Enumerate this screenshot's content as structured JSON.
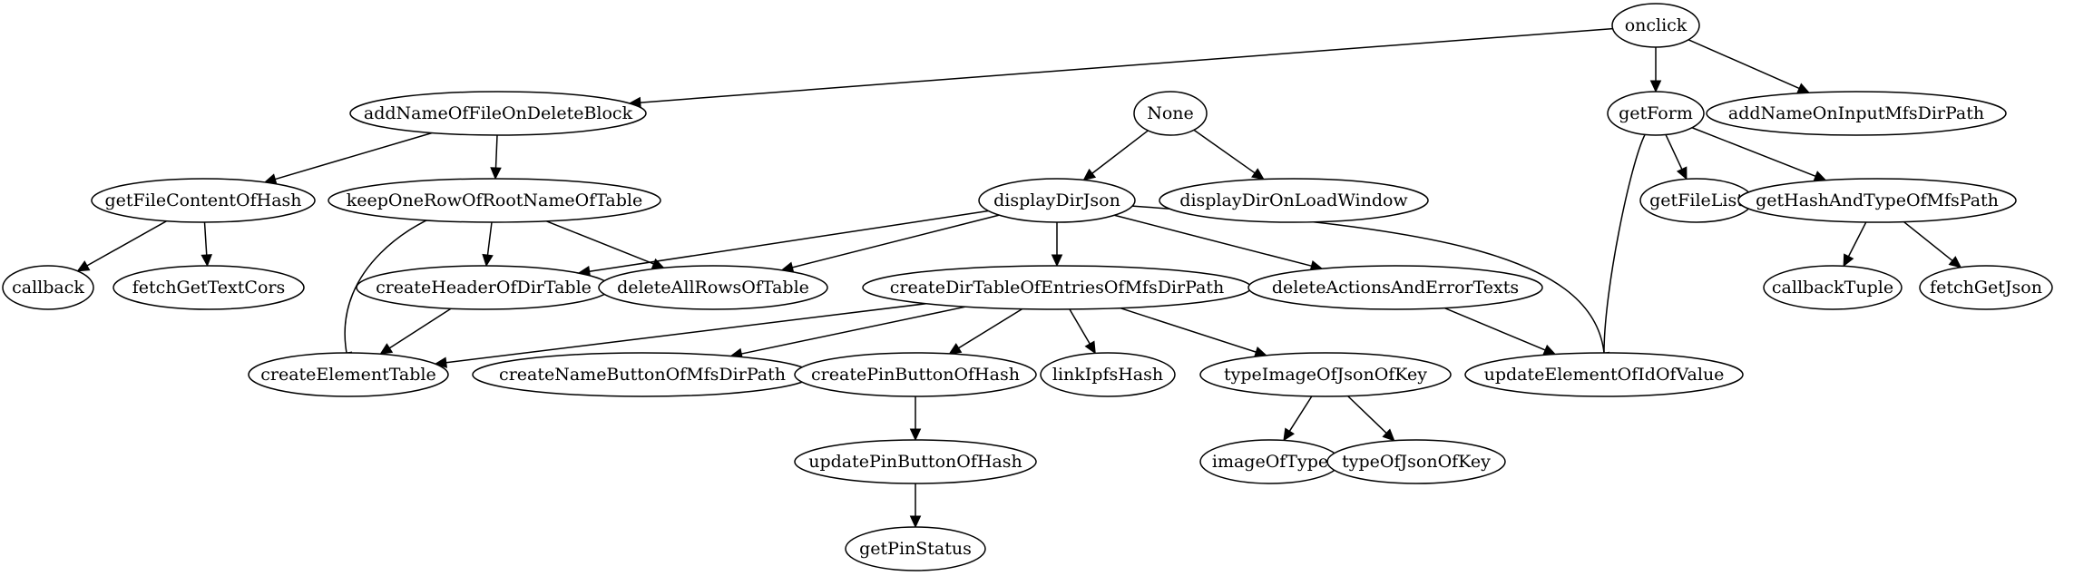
{
  "nodes": [
    {
      "id": "onclick",
      "label": "onclick"
    },
    {
      "id": "addNameOfFileOnDeleteBlock",
      "label": "addNameOfFileOnDeleteBlock"
    },
    {
      "id": "None",
      "label": "None"
    },
    {
      "id": "getForm",
      "label": "getForm"
    },
    {
      "id": "addNameOnInputMfsDirPath",
      "label": "addNameOnInputMfsDirPath"
    },
    {
      "id": "getFileContentOfHash",
      "label": "getFileContentOfHash"
    },
    {
      "id": "keepOneRowOfRootNameOfTable",
      "label": "keepOneRowOfRootNameOfTable"
    },
    {
      "id": "displayDirJson",
      "label": "displayDirJson"
    },
    {
      "id": "displayDirOnLoadWindow",
      "label": "displayDirOnLoadWindow"
    },
    {
      "id": "getFileList",
      "label": "getFileList"
    },
    {
      "id": "getHashAndTypeOfMfsPath",
      "label": "getHashAndTypeOfMfsPath"
    },
    {
      "id": "callback",
      "label": "callback"
    },
    {
      "id": "fetchGetTextCors",
      "label": "fetchGetTextCors"
    },
    {
      "id": "createHeaderOfDirTable",
      "label": "createHeaderOfDirTable"
    },
    {
      "id": "deleteAllRowsOfTable",
      "label": "deleteAllRowsOfTable"
    },
    {
      "id": "createDirTableOfEntriesOfMfsDirPath",
      "label": "createDirTableOfEntriesOfMfsDirPath"
    },
    {
      "id": "deleteActionsAndErrorTexts",
      "label": "deleteActionsAndErrorTexts"
    },
    {
      "id": "callbackTuple",
      "label": "callbackTuple"
    },
    {
      "id": "fetchGetJson",
      "label": "fetchGetJson"
    },
    {
      "id": "createElementTable",
      "label": "createElementTable"
    },
    {
      "id": "createNameButtonOfMfsDirPath",
      "label": "createNameButtonOfMfsDirPath"
    },
    {
      "id": "createPinButtonOfHash",
      "label": "createPinButtonOfHash"
    },
    {
      "id": "linkIpfsHash",
      "label": "linkIpfsHash"
    },
    {
      "id": "typeImageOfJsonOfKey",
      "label": "typeImageOfJsonOfKey"
    },
    {
      "id": "updateElementOfIdOfValue",
      "label": "updateElementOfIdOfValue"
    },
    {
      "id": "updatePinButtonOfHash",
      "label": "updatePinButtonOfHash"
    },
    {
      "id": "imageOfType",
      "label": "imageOfType"
    },
    {
      "id": "typeOfJsonOfKey",
      "label": "typeOfJsonOfKey"
    },
    {
      "id": "getPinStatus",
      "label": "getPinStatus"
    }
  ],
  "edges": [
    {
      "from": "onclick",
      "to": "addNameOfFileOnDeleteBlock"
    },
    {
      "from": "onclick",
      "to": "getForm"
    },
    {
      "from": "onclick",
      "to": "addNameOnInputMfsDirPath"
    },
    {
      "from": "addNameOfFileOnDeleteBlock",
      "to": "getFileContentOfHash"
    },
    {
      "from": "addNameOfFileOnDeleteBlock",
      "to": "keepOneRowOfRootNameOfTable"
    },
    {
      "from": "getFileContentOfHash",
      "to": "callback"
    },
    {
      "from": "getFileContentOfHash",
      "to": "fetchGetTextCors"
    },
    {
      "from": "keepOneRowOfRootNameOfTable",
      "to": "createElementTable"
    },
    {
      "from": "keepOneRowOfRootNameOfTable",
      "to": "createHeaderOfDirTable"
    },
    {
      "from": "keepOneRowOfRootNameOfTable",
      "to": "deleteAllRowsOfTable"
    },
    {
      "from": "None",
      "to": "displayDirJson"
    },
    {
      "from": "None",
      "to": "displayDirOnLoadWindow"
    },
    {
      "from": "displayDirJson",
      "to": "createHeaderOfDirTable"
    },
    {
      "from": "displayDirJson",
      "to": "deleteAllRowsOfTable"
    },
    {
      "from": "displayDirJson",
      "to": "createDirTableOfEntriesOfMfsDirPath"
    },
    {
      "from": "displayDirJson",
      "to": "deleteActionsAndErrorTexts"
    },
    {
      "from": "displayDirJson",
      "to": "updateElementOfIdOfValue"
    },
    {
      "from": "createHeaderOfDirTable",
      "to": "createElementTable"
    },
    {
      "from": "createDirTableOfEntriesOfMfsDirPath",
      "to": "createElementTable"
    },
    {
      "from": "createDirTableOfEntriesOfMfsDirPath",
      "to": "createNameButtonOfMfsDirPath"
    },
    {
      "from": "createDirTableOfEntriesOfMfsDirPath",
      "to": "createPinButtonOfHash"
    },
    {
      "from": "createDirTableOfEntriesOfMfsDirPath",
      "to": "linkIpfsHash"
    },
    {
      "from": "createDirTableOfEntriesOfMfsDirPath",
      "to": "typeImageOfJsonOfKey"
    },
    {
      "from": "deleteActionsAndErrorTexts",
      "to": "updateElementOfIdOfValue"
    },
    {
      "from": "createPinButtonOfHash",
      "to": "updatePinButtonOfHash"
    },
    {
      "from": "updatePinButtonOfHash",
      "to": "getPinStatus"
    },
    {
      "from": "typeImageOfJsonOfKey",
      "to": "imageOfType"
    },
    {
      "from": "typeImageOfJsonOfKey",
      "to": "typeOfJsonOfKey"
    },
    {
      "from": "getForm",
      "to": "getFileList"
    },
    {
      "from": "getForm",
      "to": "getHashAndTypeOfMfsPath"
    },
    {
      "from": "getForm",
      "to": "updateElementOfIdOfValue"
    },
    {
      "from": "getHashAndTypeOfMfsPath",
      "to": "callbackTuple"
    },
    {
      "from": "getHashAndTypeOfMfsPath",
      "to": "fetchGetJson"
    }
  ]
}
